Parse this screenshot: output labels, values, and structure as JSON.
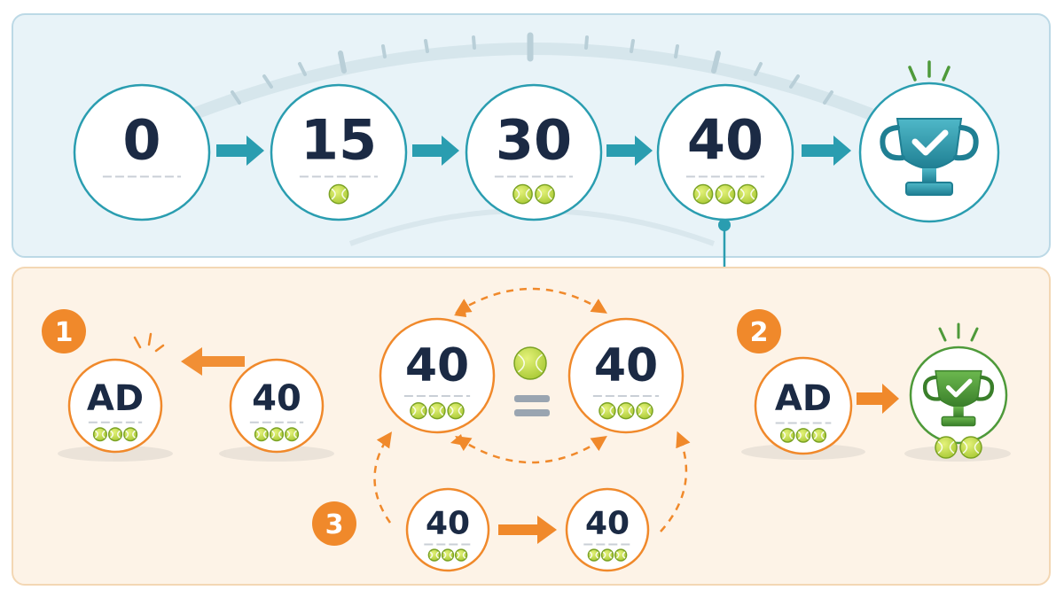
{
  "colors": {
    "top_bg": "#e8f3f8",
    "top_border": "#bcd9e6",
    "bottom_bg": "#fdf3e7",
    "bottom_border": "#f3d7b4",
    "teal": "#2a9db0",
    "teal_light": "#8ccbd6",
    "orange": "#f0892b",
    "green": "#4e9a3a",
    "ink": "#1b2a44",
    "ball": "#c8e04a",
    "ball_edge": "#7aa224"
  },
  "progression": [
    {
      "label": "0",
      "balls": 0
    },
    {
      "label": "15",
      "balls": 1
    },
    {
      "label": "30",
      "balls": 2
    },
    {
      "label": "40",
      "balls": 3
    }
  ],
  "progression_end_icon": "trophy-check-icon",
  "badges": {
    "advantage": "1",
    "game_won": "2",
    "deuce_return": "3"
  },
  "advantage_example": {
    "leader": {
      "label": "AD",
      "balls": 3
    },
    "trailer": {
      "label": "40",
      "balls": 3
    }
  },
  "deuce": {
    "left": {
      "label": "40",
      "balls": 3
    },
    "right": {
      "label": "40",
      "balls": 3
    },
    "equals_icon": "equals-icon",
    "ball_icon": "tennis-ball-icon"
  },
  "game_won_example": {
    "from": {
      "label": "AD",
      "balls": 3
    },
    "to_icon": "trophy-check-icon",
    "winning_balls": 2
  },
  "return_example": {
    "from": {
      "label": "40",
      "balls": 3
    },
    "to": {
      "label": "40",
      "balls": 3
    }
  }
}
